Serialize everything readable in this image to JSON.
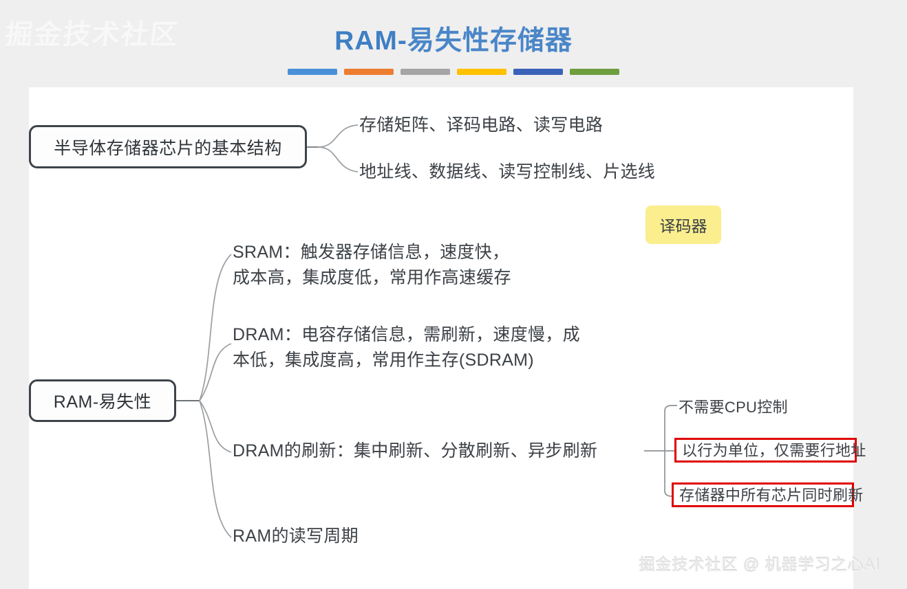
{
  "slide": {
    "title_latin": "RAM-",
    "title_cjk": "易失性存储器",
    "watermark_top_left": "掘金技术社区",
    "watermark_bottom_right": "掘金技术社区 @ 机器学习之心AI",
    "accent_bars": [
      {
        "name": "bar-blue-light",
        "color": "#4a90d9"
      },
      {
        "name": "bar-orange",
        "color": "#ed7d31"
      },
      {
        "name": "bar-gray",
        "color": "#a5a5a5"
      },
      {
        "name": "bar-yellow",
        "color": "#ffc000"
      },
      {
        "name": "bar-blue-dark",
        "color": "#3a62b8"
      },
      {
        "name": "bar-green",
        "color": "#6f9e3f"
      }
    ]
  },
  "mindmap": {
    "nodes": {
      "structure": "半导体存储器芯片的基本结构",
      "ram": "RAM-易失性"
    },
    "structure_children": [
      "存储矩阵、译码电路、读写电路",
      "地址线、数据线、读写控制线、片选线"
    ],
    "callout": {
      "label": "译码器",
      "color": "#faee8e"
    },
    "ram_children": [
      {
        "line1": "SRAM：触发器存储信息，速度快，",
        "line2": "成本高，集成度低，常用作高速缓存"
      },
      {
        "line1": "DRAM：电容存储信息，需刷新，速度慢，成",
        "line2": "本低，集成度高，常用作主存(SDRAM)"
      },
      {
        "line1": "DRAM的刷新：集中刷新、分散刷新、异步刷新",
        "line2": ""
      },
      {
        "line1": "RAM的读写周期",
        "line2": ""
      }
    ],
    "refresh_details": [
      {
        "text": "不需要CPU控制",
        "emphasis": false
      },
      {
        "text": "以行为单位，仅需要行地址",
        "emphasis": true
      },
      {
        "text": "存储器中所有芯片同时刷新",
        "emphasis": true
      }
    ],
    "emphasis_color": "#e00000"
  }
}
